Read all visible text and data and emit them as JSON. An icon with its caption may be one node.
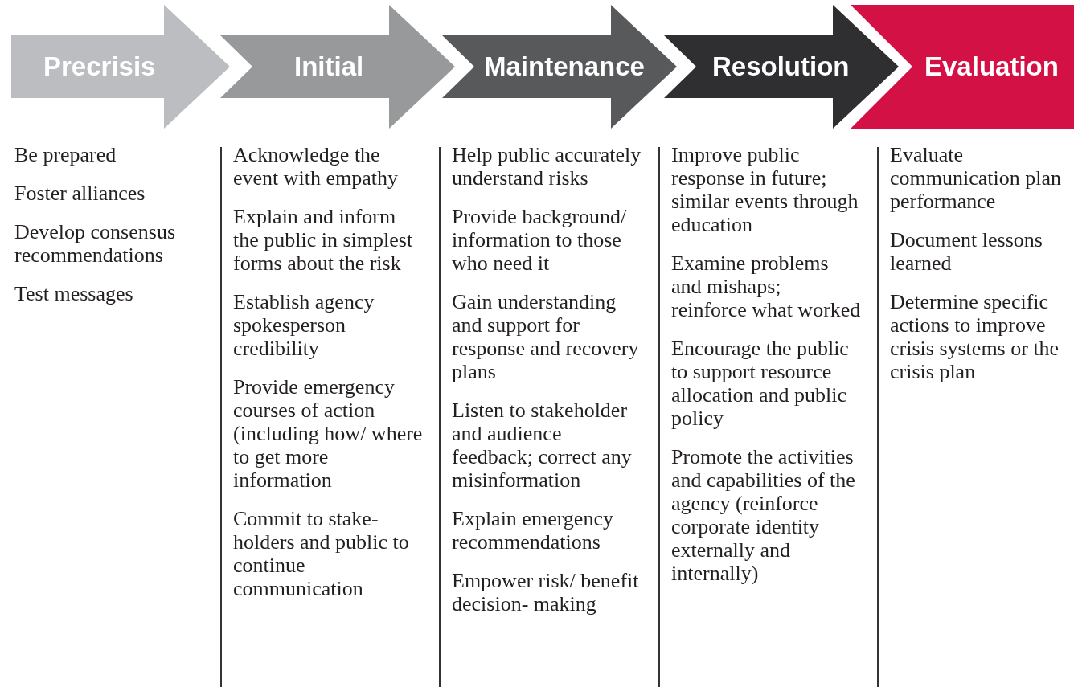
{
  "diagram": {
    "nodes": [
      {
        "text": [
          "Precrisis"
        ],
        "beside": [
          "Be prepared",
          "Foster alliances",
          "Develop consensus recommendations",
          "Test messages"
        ]
      },
      {
        "text": [
          "Initial"
        ],
        "beside": [
          "Acknowledge the event with empathy",
          "Explain and inform the public in simplest forms about the risk",
          "Establish agency spokesperson credibility",
          "Provide emergency courses of action (including how/ where to get more information",
          "Commit to stake- holders and public to continue communication"
        ]
      },
      {
        "text": [
          "Maintenance"
        ],
        "beside": [
          "Help public accurately understand risks",
          "Provide background/ information to those who need it",
          "Gain understanding and support for response and recovery plans",
          "Listen to stakeholder and audience feedback; correct any misinformation",
          "Explain emergency recommendations",
          "Empower risk/ benefit decision- making"
        ]
      },
      {
        "text": [
          "Resolution"
        ],
        "beside": [
          "Improve public response in future; similar events through education",
          "Examine problems and mishaps; reinforce what worked",
          "Encourage the public to support resource allocation and public policy",
          "Promote the activities and capabilities of the agency (reinforce corporate identity externally and internally)"
        ]
      },
      {
        "text": [
          "Evaluation"
        ],
        "beside": [
          "Evaluate communication plan performance",
          "Document lessons learned",
          "Determine specific actions to improve crisis systems or the crisis plan"
        ]
      }
    ]
  }
}
